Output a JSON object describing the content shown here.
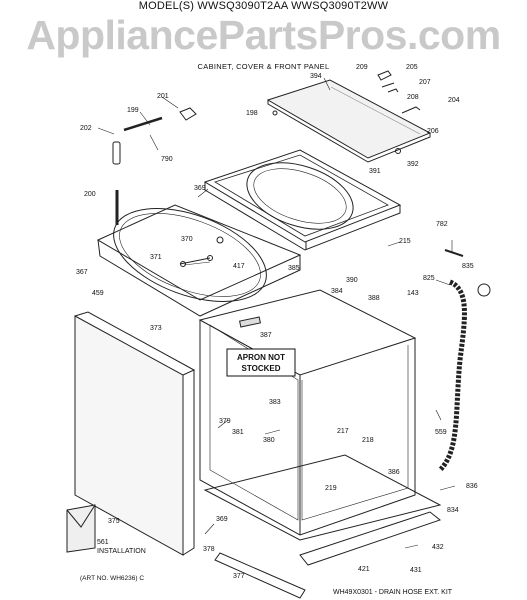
{
  "header": {
    "model_line": "MODEL(S) WWSQ3090T2AA  WWSQ3090T2WW",
    "watermark": "AppliancePartsPros.com",
    "section_title": "CABINET, COVER & FRONT PANEL"
  },
  "callouts": {
    "apron_line1": "APRON NOT",
    "apron_line2": "STOCKED"
  },
  "parts": [
    {
      "id": "394",
      "label": "394"
    },
    {
      "id": "209",
      "label": "209"
    },
    {
      "id": "205",
      "label": "205"
    },
    {
      "id": "207",
      "label": "207"
    },
    {
      "id": "208",
      "label": "208"
    },
    {
      "id": "204",
      "label": "204"
    },
    {
      "id": "206",
      "label": "206"
    },
    {
      "id": "201",
      "label": "201"
    },
    {
      "id": "199",
      "label": "199"
    },
    {
      "id": "202",
      "label": "202"
    },
    {
      "id": "790",
      "label": "790"
    },
    {
      "id": "198",
      "label": "198"
    },
    {
      "id": "392",
      "label": "392"
    },
    {
      "id": "391",
      "label": "391"
    },
    {
      "id": "200",
      "label": "200"
    },
    {
      "id": "369a",
      "label": "369"
    },
    {
      "id": "782",
      "label": "782"
    },
    {
      "id": "215",
      "label": "215"
    },
    {
      "id": "370",
      "label": "370"
    },
    {
      "id": "371",
      "label": "371"
    },
    {
      "id": "417",
      "label": "417"
    },
    {
      "id": "385",
      "label": "385"
    },
    {
      "id": "390",
      "label": "390"
    },
    {
      "id": "367",
      "label": "367"
    },
    {
      "id": "835",
      "label": "835"
    },
    {
      "id": "384",
      "label": "384"
    },
    {
      "id": "388",
      "label": "388"
    },
    {
      "id": "143",
      "label": "143"
    },
    {
      "id": "825",
      "label": "825"
    },
    {
      "id": "459",
      "label": "459"
    },
    {
      "id": "373",
      "label": "373"
    },
    {
      "id": "387",
      "label": "387"
    },
    {
      "id": "383",
      "label": "383"
    },
    {
      "id": "379",
      "label": "379"
    },
    {
      "id": "381",
      "label": "381"
    },
    {
      "id": "217",
      "label": "217"
    },
    {
      "id": "218",
      "label": "218"
    },
    {
      "id": "559",
      "label": "559"
    },
    {
      "id": "380",
      "label": "380"
    },
    {
      "id": "219",
      "label": "219"
    },
    {
      "id": "386",
      "label": "386"
    },
    {
      "id": "836",
      "label": "836"
    },
    {
      "id": "375",
      "label": "375"
    },
    {
      "id": "834",
      "label": "834"
    },
    {
      "id": "369b",
      "label": "369"
    },
    {
      "id": "378",
      "label": "378"
    },
    {
      "id": "432",
      "label": "432"
    },
    {
      "id": "561",
      "label": "561"
    },
    {
      "id": "377",
      "label": "377"
    },
    {
      "id": "421",
      "label": "421"
    },
    {
      "id": "431",
      "label": "431"
    }
  ],
  "install_label": "INSTALLATION",
  "art_no": "(ART NO. WH6236) C",
  "footer_kit": "WH49X0301 - DRAIN HOSE EXT. KIT"
}
